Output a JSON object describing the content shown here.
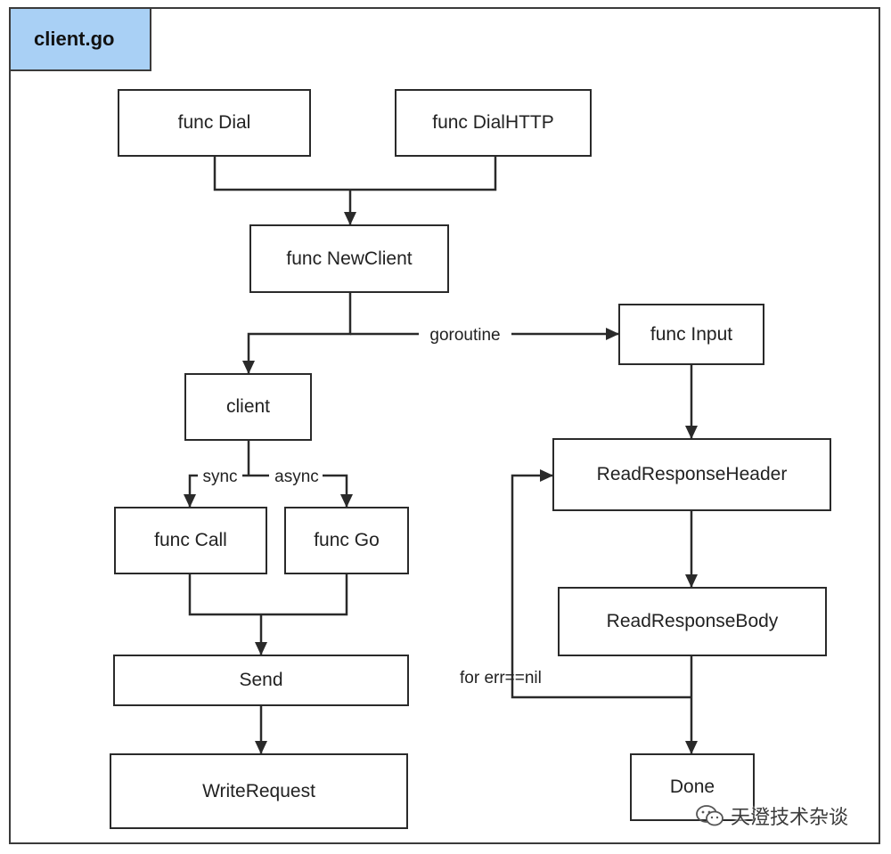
{
  "title": "client.go",
  "nodes": {
    "dial": "func Dial",
    "dial_http": "func DialHTTP",
    "new_client": "func NewClient",
    "input": "func Input",
    "client": "client",
    "read_header": "ReadResponseHeader",
    "call": "func Call",
    "go": "func Go",
    "read_body": "ReadResponseBody",
    "send": "Send",
    "write_request": "WriteRequest",
    "done": "Done"
  },
  "edge_labels": {
    "goroutine": "goroutine",
    "sync": "sync",
    "async": "async",
    "loop": "for err==nil"
  },
  "watermark": {
    "icon": "wechat-icon",
    "text": "天澄技术杂谈"
  },
  "colors": {
    "title_fill": "#a9d0f5",
    "stroke": "#2a2a2a"
  }
}
